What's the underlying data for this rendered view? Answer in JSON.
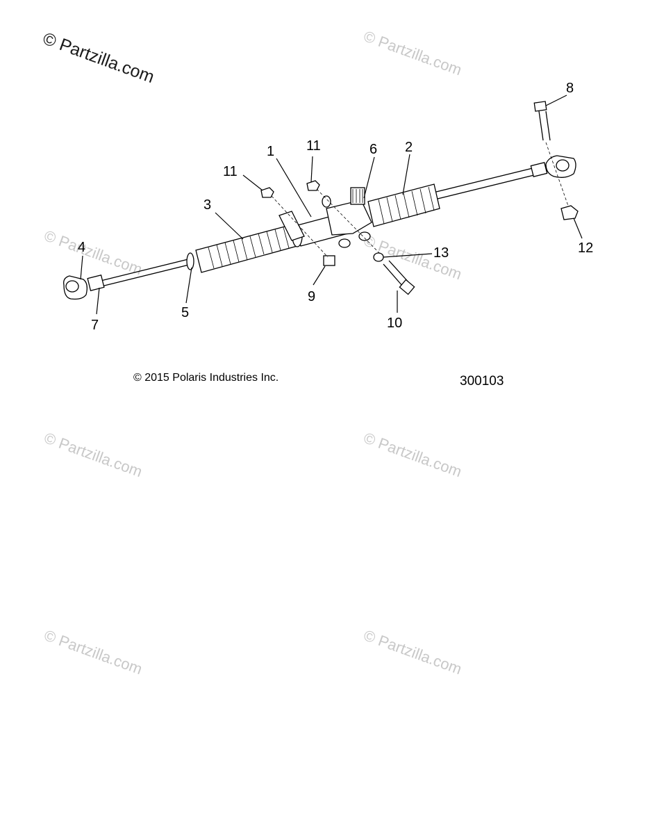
{
  "watermarks": {
    "main": "© Partzilla.com",
    "faded": "© Partzilla.com"
  },
  "callouts": [
    {
      "id": "c1",
      "label": "1"
    },
    {
      "id": "c2",
      "label": "2"
    },
    {
      "id": "c3",
      "label": "3"
    },
    {
      "id": "c4",
      "label": "4"
    },
    {
      "id": "c5",
      "label": "5"
    },
    {
      "id": "c6",
      "label": "6"
    },
    {
      "id": "c7",
      "label": "7"
    },
    {
      "id": "c8",
      "label": "8"
    },
    {
      "id": "c9",
      "label": "9"
    },
    {
      "id": "c10",
      "label": "10"
    },
    {
      "id": "c11a",
      "label": "11"
    },
    {
      "id": "c11b",
      "label": "11"
    },
    {
      "id": "c12",
      "label": "12"
    },
    {
      "id": "c13",
      "label": "13"
    }
  ],
  "footer": {
    "copyright": "© 2015 Polaris Industries Inc.",
    "drawing_number": "300103"
  },
  "colors": {
    "line": "#000000",
    "watermark": "#c8c8c8",
    "background": "#ffffff"
  }
}
